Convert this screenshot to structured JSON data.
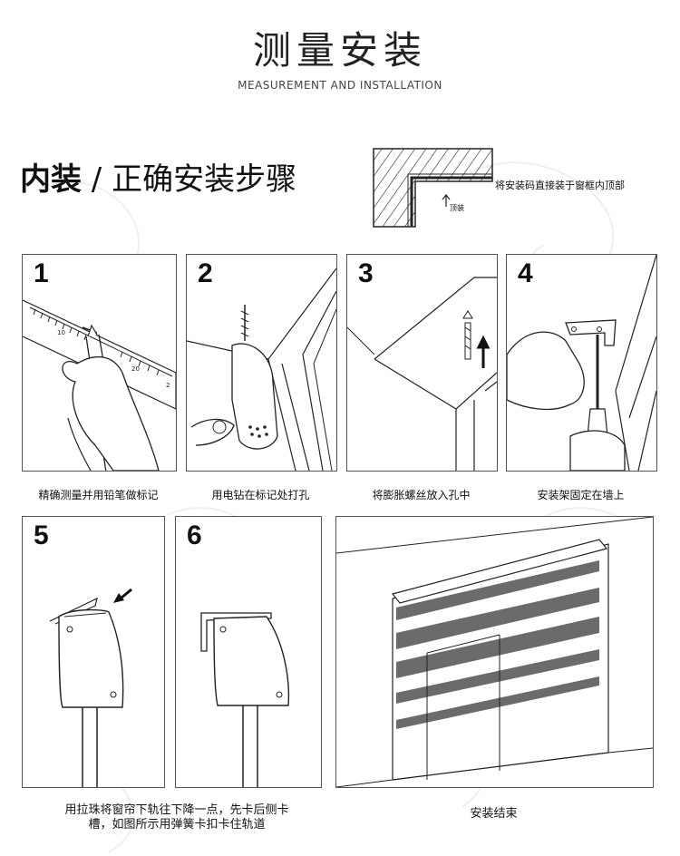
{
  "header": {
    "title": "测量安装",
    "subtitle": "MEASUREMENT AND INSTALLATION"
  },
  "section": {
    "title_bold": "内装",
    "title_sep": " / ",
    "title_rest": "正确安装步骤"
  },
  "diagram": {
    "note": "将安装码直接装于窗框内顶部",
    "top_label": "顶装"
  },
  "steps": [
    {
      "number": "1",
      "caption": "精确测量并用铅笔做标记",
      "ruler_marks": [
        "10",
        "20",
        "2"
      ]
    },
    {
      "number": "2",
      "caption": "用电钻在标记处打孔"
    },
    {
      "number": "3",
      "caption": "将膨胀螺丝放入孔中"
    },
    {
      "number": "4",
      "caption": "安装架固定在墙上"
    },
    {
      "number": "5",
      "caption_line1": "用拉珠将窗帘下轨往下降一点，先卡后侧卡",
      "caption_line2": "槽，如图所示用弹簧卡扣卡住轨道"
    },
    {
      "number": "6"
    },
    {
      "caption": "安装结束"
    }
  ],
  "colors": {
    "line": "#222222",
    "stripe": "#6b6b6b",
    "ornament": "#eeeeee"
  }
}
